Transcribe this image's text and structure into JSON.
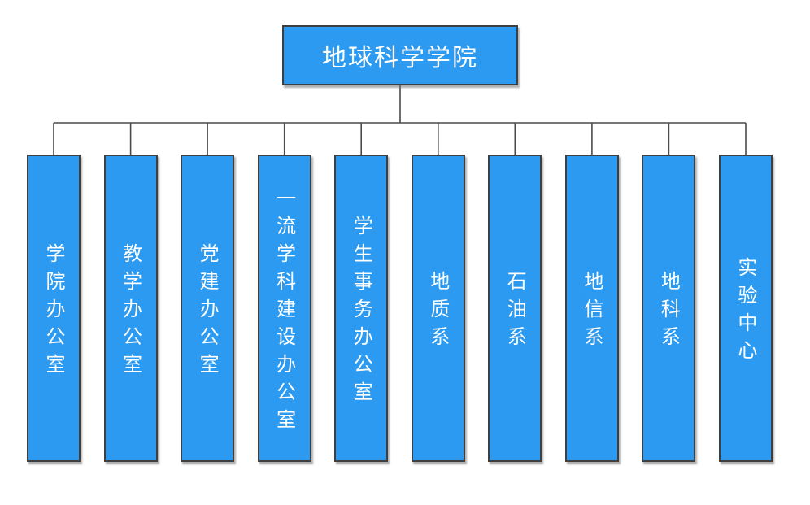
{
  "org": {
    "root": {
      "label": "地球科学学院"
    },
    "children": [
      {
        "label": "学院办公室"
      },
      {
        "label": "教学办公室"
      },
      {
        "label": "党建办公室"
      },
      {
        "label": "一流学科建设办公室"
      },
      {
        "label": "学生事务办公室"
      },
      {
        "label": "地质系"
      },
      {
        "label": "石油系"
      },
      {
        "label": "地信系"
      },
      {
        "label": "地科系"
      },
      {
        "label": "实验中心"
      }
    ],
    "colors": {
      "node_fill": "#2b9af0",
      "node_border": "#3f3f3f",
      "connector": "#4a4a4a",
      "text": "#ffffff",
      "background": "#ffffff"
    }
  }
}
